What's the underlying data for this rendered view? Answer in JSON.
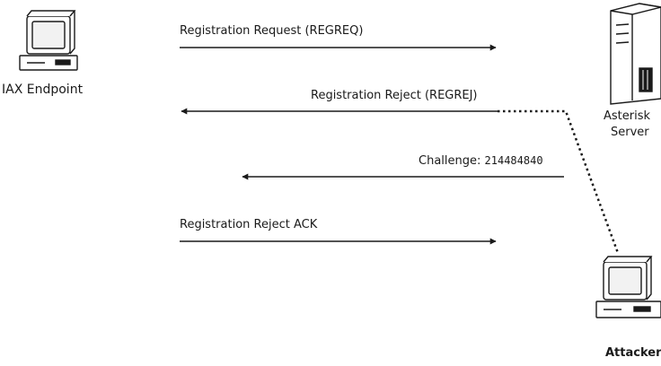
{
  "nodes": {
    "endpoint": {
      "label": "IAX Endpoint",
      "icon": "desktop-computer-icon"
    },
    "server": {
      "label_line1": "Asterisk",
      "label_line2": "Server",
      "icon": "tower-server-icon"
    },
    "attacker": {
      "label": "Attacker",
      "icon": "desktop-computer-icon"
    }
  },
  "messages": {
    "regreq": {
      "text": "Registration Request (REGREQ)",
      "direction": "endpoint-to-server"
    },
    "regrej": {
      "text": "Registration Reject (REGREJ)",
      "direction": "attacker-to-endpoint",
      "spoofed": true
    },
    "challenge": {
      "prefix": "Challenge: ",
      "value": "214484840",
      "direction": "server-to-endpoint"
    },
    "regrej_ack": {
      "text": "Registration Reject ACK",
      "direction": "endpoint-to-server"
    }
  },
  "colors": {
    "line": "#1a1a1a",
    "background": "#ffffff",
    "screen": "#f2f2f2"
  }
}
